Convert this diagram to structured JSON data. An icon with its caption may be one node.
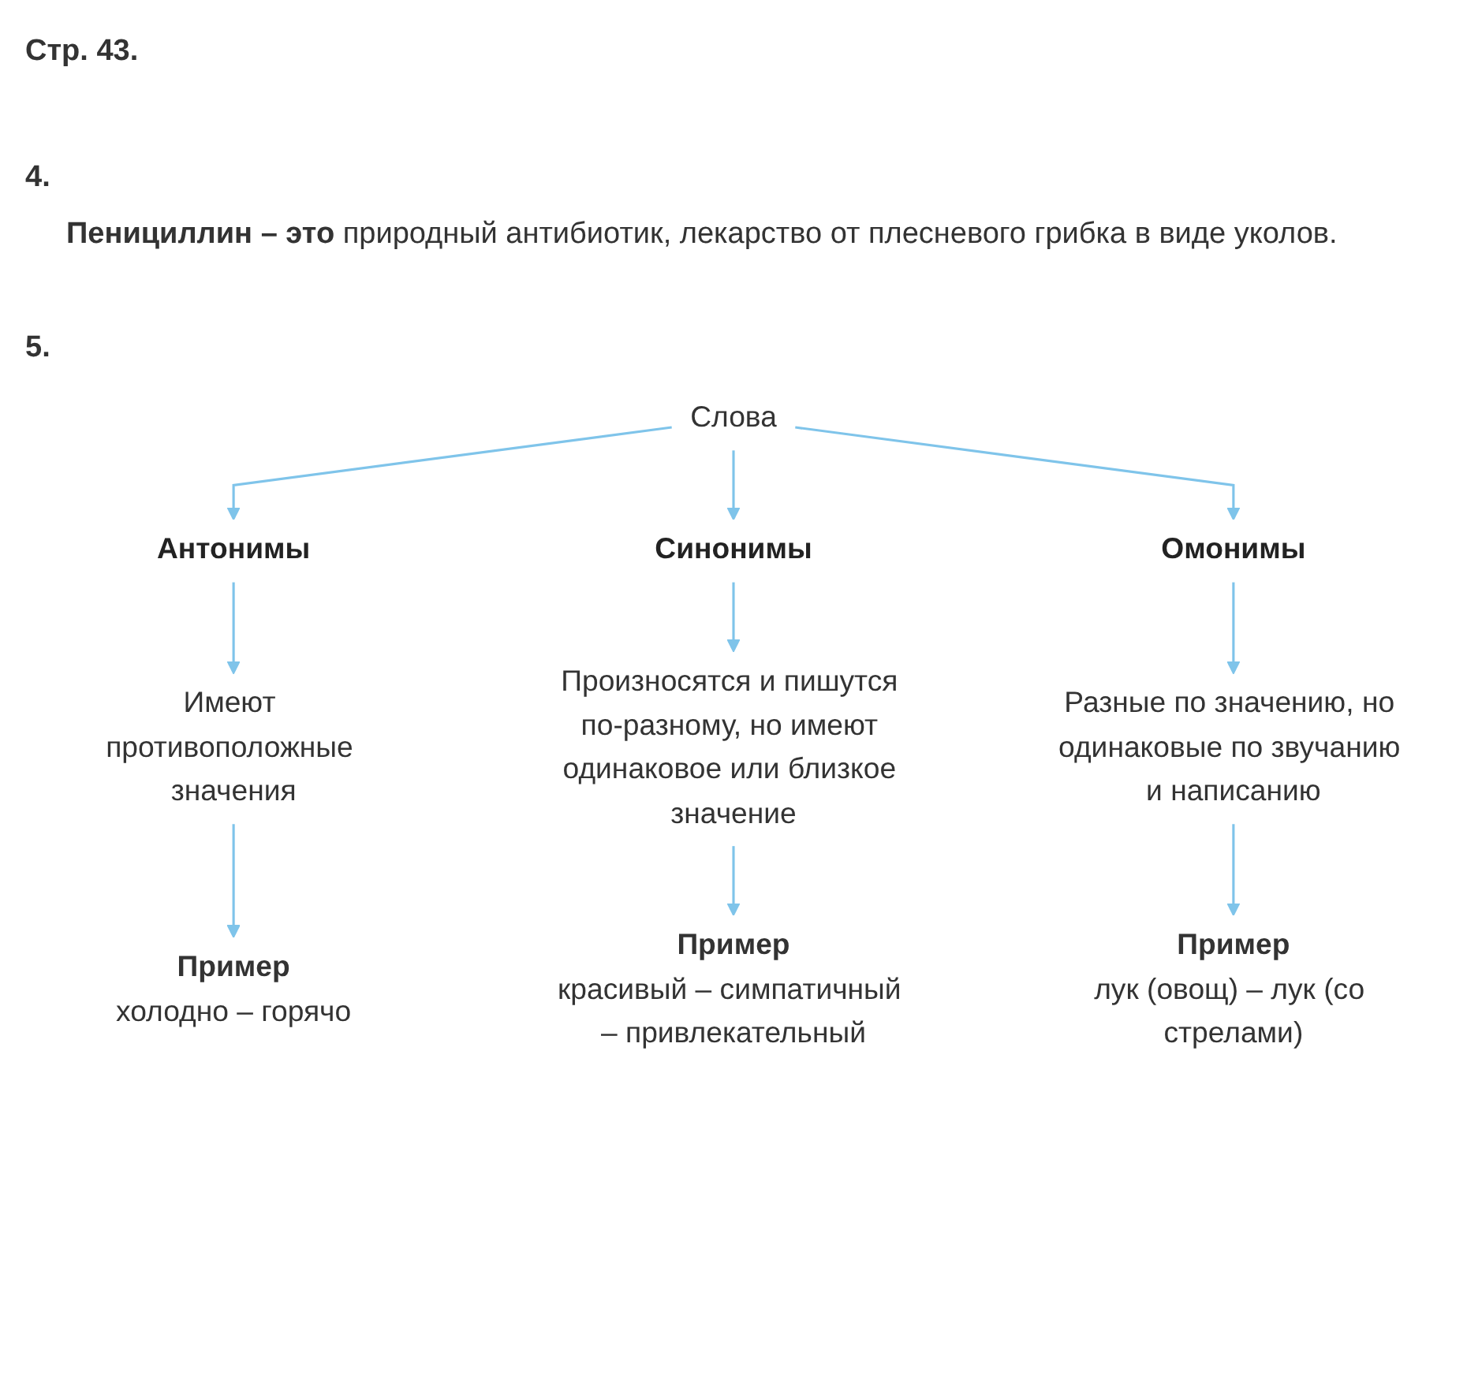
{
  "diagram": {
    "title": "Стр. 43.",
    "nodes": [
      {
        "text": [
          "Слова"
        ]
      },
      {
        "text": [
          "Антонимы"
        ]
      },
      {
        "text": [
          "Синонимы"
        ]
      },
      {
        "text": [
          "Омонимы"
        ]
      },
      {
        "text": [
          "Имеют противоположные значения"
        ]
      },
      {
        "text": [
          "Произносятся и пишутся по-разному, но имеют одинаковое или близкое значение"
        ]
      },
      {
        "text": [
          "Разные по значению, но одинаковые по звучанию и написанию"
        ]
      },
      {
        "text": [
          "Пример",
          "холодно – горячо"
        ]
      },
      {
        "text": [
          "Пример",
          "красивый – симпатичный – привлекательный"
        ]
      },
      {
        "text": [
          "Пример",
          "лук (овощ) – лук (со стрелами)"
        ]
      }
    ],
    "edges": [
      {
        "from": 0,
        "to": 1,
        "arrow": "to"
      },
      {
        "from": 0,
        "to": 2,
        "arrow": "to"
      },
      {
        "from": 0,
        "to": 3,
        "arrow": "to"
      },
      {
        "from": 1,
        "to": 4,
        "arrow": "to"
      },
      {
        "from": 2,
        "to": 5,
        "arrow": "to"
      },
      {
        "from": 3,
        "to": 6,
        "arrow": "to"
      },
      {
        "from": 4,
        "to": 7,
        "arrow": "to"
      },
      {
        "from": 5,
        "to": 8,
        "arrow": "to"
      },
      {
        "from": 6,
        "to": 9,
        "arrow": "to"
      }
    ],
    "labels": [
      "4.",
      "**Пенициллин – это** природный антибиотик, лекарство от плесневого грибка в виде уколов.",
      "5."
    ]
  }
}
